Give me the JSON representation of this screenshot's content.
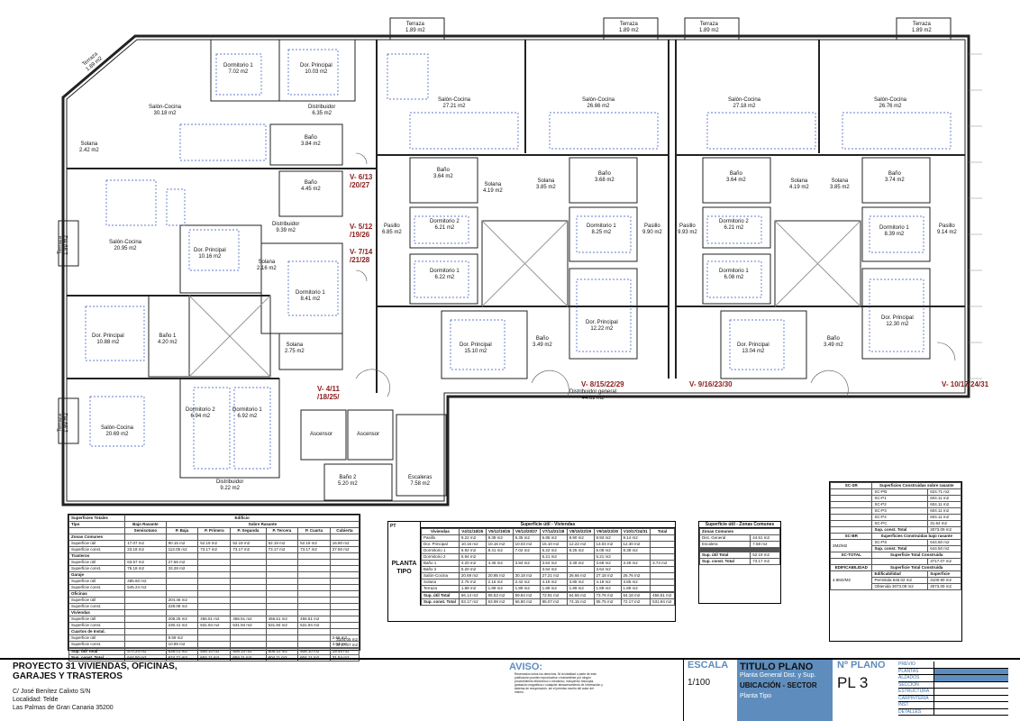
{
  "rooms": [
    {
      "name": "Terraza",
      "area": "1.89 m2"
    },
    {
      "name": "Dormitorio 1",
      "area": "7.02 m2"
    },
    {
      "name": "Dor. Principal",
      "area": "10.03 m2"
    },
    {
      "name": "Salón-Cocina",
      "area": "30.18 m2"
    },
    {
      "name": "Distribuidor",
      "area": "6.35 m2"
    },
    {
      "name": "Solana",
      "area": "2.42 m2"
    },
    {
      "name": "Baño",
      "area": "3.84 m2"
    },
    {
      "name": "Baño",
      "area": "4.45 m2"
    },
    {
      "name": "Distribuidor",
      "area": "9.39 m2"
    },
    {
      "name": "Salón-Cocina",
      "area": "20.95 m2"
    },
    {
      "name": "Dor. Principal",
      "area": "10.16 m2"
    },
    {
      "name": "Solana",
      "area": "2.16 m2"
    },
    {
      "name": "Dormitorio 1",
      "area": "8.41 m2"
    },
    {
      "name": "Terraza",
      "area": "1.89 m2"
    },
    {
      "name": "Dor. Principal",
      "area": "10.88 m2"
    },
    {
      "name": "Baño 1",
      "area": "4.20 m2"
    },
    {
      "name": "Solana",
      "area": "2.75 m2"
    },
    {
      "name": "Dormitorio 2",
      "area": "6.94 m2"
    },
    {
      "name": "Dormitorio 1",
      "area": "6.92 m2"
    },
    {
      "name": "Salón-Cocina",
      "area": "20.69 m2"
    },
    {
      "name": "Terraza",
      "area": "1.89 m2"
    },
    {
      "name": "Distribuidor",
      "area": "9.22 m2"
    },
    {
      "name": "Ascensor",
      "area": ""
    },
    {
      "name": "Ascensor",
      "area": ""
    },
    {
      "name": "Baño 2",
      "area": "5.20 m2"
    },
    {
      "name": "Escaleras",
      "area": "7.58 m2"
    },
    {
      "name": "Pasillo",
      "area": "6.85 m2"
    },
    {
      "name": "Terraza",
      "area": "1.89 m2"
    },
    {
      "name": "Salón-Cocina",
      "area": "27.21 m2"
    },
    {
      "name": "Baño",
      "area": "3.64 m2"
    },
    {
      "name": "Solana",
      "area": "4.19 m2"
    },
    {
      "name": "Dormitorio 2",
      "area": "6.21 m2"
    },
    {
      "name": "Dormitorio 1",
      "area": "6.22 m2"
    },
    {
      "name": "Dor. Principal",
      "area": "15.10 m2"
    },
    {
      "name": "Terraza",
      "area": "1.89 m2"
    },
    {
      "name": "Salón-Cocina",
      "area": "26.66 m2"
    },
    {
      "name": "Solana",
      "area": "3.85 m2"
    },
    {
      "name": "Baño",
      "area": "3.68 m2"
    },
    {
      "name": "Dormitorio 1",
      "area": "8.25 m2"
    },
    {
      "name": "Pasillo",
      "area": "9.90 m2"
    },
    {
      "name": "Baño",
      "area": "3.49 m2"
    },
    {
      "name": "Dor. Principal",
      "area": "12.22 m2"
    },
    {
      "name": "Pasillo",
      "area": "9.93 m2"
    },
    {
      "name": "Terraza",
      "area": "1.89 m2"
    },
    {
      "name": "Salón-Cocina",
      "area": "27.18 m2"
    },
    {
      "name": "Baño",
      "area": "3.64 m2"
    },
    {
      "name": "Solana",
      "area": "4.19 m2"
    },
    {
      "name": "Dormitorio 2",
      "area": "6.21 m2"
    },
    {
      "name": "Dormitorio 1",
      "area": "6.08 m2"
    },
    {
      "name": "Dor. Principal",
      "area": "13.04 m2"
    },
    {
      "name": "Terraza",
      "area": "1.89 m2"
    },
    {
      "name": "Salón-Cocina",
      "area": "26.76 m2"
    },
    {
      "name": "Solana",
      "area": "3.85 m2"
    },
    {
      "name": "Baño",
      "area": "3.74 m2"
    },
    {
      "name": "Dormitorio 1",
      "area": "8.39 m2"
    },
    {
      "name": "Pasillo",
      "area": "9.14 m2"
    },
    {
      "name": "Baño",
      "area": "3.49 m2"
    },
    {
      "name": "Dor. Principal",
      "area": "12.30 m2"
    },
    {
      "name": "Distribuidor general",
      "area": "44.61 m2"
    }
  ],
  "tags": [
    "V- 6/13 /20/27",
    "V- 5/12 /19/26",
    "V- 7/14 /21/28",
    "V- 4/11 /18/25/",
    "V- 8/15/22/29",
    "V- 9/16/23/30",
    "V- 10/17/24/31"
  ],
  "table_surfaces": {
    "title": "Superficies Totales",
    "edificio": "Edificio",
    "bajo_rasante": "Bajo Rasante",
    "sobre_rasante": "Sobre Rasante",
    "cols": [
      "Tipo",
      "Semisotano",
      "P. Baja",
      "P. Primera",
      "P. Segunda",
      "P. Tercera",
      "P. Cuarta",
      "Cubierta"
    ],
    "rows": [
      [
        "Zonas Comunes",
        "",
        "",
        "",
        "",
        "",
        "",
        ""
      ],
      [
        "Superficie útil",
        "17.07 m2",
        "90.15 m2",
        "52.19 m2",
        "52.19 m2",
        "52.19 m2",
        "52.19 m2",
        "16.80 m2"
      ],
      [
        "Superficie const.",
        "23.18 m2",
        "113.05 m2",
        "73.17 m2",
        "73.17 m2",
        "73.17 m2",
        "73.17 m2",
        "27.50 m2"
      ],
      [
        "Trasteros",
        "",
        "",
        "",
        "",
        "",
        "",
        ""
      ],
      [
        "Superficie útil",
        "63.57 m2",
        "27.56 m2",
        "",
        "",
        "",
        "",
        ""
      ],
      [
        "Superficie const.",
        "76.18 m2",
        "33.28 m2",
        "",
        "",
        "",
        "",
        ""
      ],
      [
        "Garaje",
        "",
        "",
        "",
        "",
        "",
        "",
        ""
      ],
      [
        "Superficie útil",
        "485.60 m2",
        "",
        "",
        "",
        "",
        "",
        ""
      ],
      [
        "Superficie const.",
        "545.24 m2",
        "",
        "",
        "",
        "",
        "",
        ""
      ],
      [
        "Oficinas",
        "",
        "",
        "",
        "",
        "",
        "",
        ""
      ],
      [
        "Superficie útil",
        "",
        "204.46 m2",
        "",
        "",
        "",
        "",
        ""
      ],
      [
        "Superficie const.",
        "",
        "228.08 m2",
        "",
        "",
        "",
        "",
        ""
      ],
      [
        "Viviendas",
        "",
        "",
        "",
        "",
        "",
        "",
        ""
      ],
      [
        "Superficie útil",
        "",
        "208.25 m2",
        "456.51 m2",
        "456.51 m2",
        "456.51 m2",
        "456.51 m2",
        ""
      ],
      [
        "Superficie const.",
        "",
        "230.41 m2",
        "531.94 m2",
        "531.94 m2",
        "531.94 m2",
        "531.94 m2",
        ""
      ],
      [
        "Cuartos de Instal.",
        "",
        "",
        "",
        "",
        "",
        "",
        ""
      ],
      [
        "Superficie útil",
        "",
        "9.59 m2",
        "",
        "",
        "",
        "",
        "2.66 m2"
      ],
      [
        "Superficie const.",
        "",
        "10.89 m2",
        "",
        "",
        "",
        "",
        "4.04 m2"
      ],
      [
        "",
        "",
        "",
        "",
        "",
        "",
        "",
        ""
      ],
      [
        "Sup. útil Total",
        "570.24 m2",
        "538.01 m2",
        "508.10 m2",
        "508.10 m2",
        "508.10 m2",
        "508.10 m2",
        "19.46 m2"
      ],
      [
        "Sup. const. Total",
        "644.50 m2",
        "624.71 m2",
        "604.11 m2",
        "604.11 m2",
        "604.11 m2",
        "604.11 m2",
        "31.54 m2"
      ]
    ],
    "totals": [
      "3104.05 m2",
      "3717.07 m2"
    ]
  },
  "table_viviendas": {
    "pt": "PT",
    "title": "Superficie útil - Viviendas",
    "planta": "PLANTA",
    "tipo": "TIPO",
    "cols": [
      "Viviendas",
      "V4/11/18/25",
      "V5/12/19/26",
      "V6/13/20/27",
      "V7/14/21/28",
      "V8/15/22/29",
      "V9/16/23/30",
      "V10/17/24/31",
      "Total"
    ],
    "rows": [
      [
        "Pasillo",
        "9.22 m2",
        "9.39 m2",
        "6.35 m2",
        "6.85 m2",
        "9.90 m2",
        "9.93 m2",
        "9.14 m2",
        ""
      ],
      [
        "Dor. Principal",
        "10.16 m2",
        "10.16 m2",
        "10.03 m2",
        "15.10 m2",
        "12.22 m2",
        "13.04 m2",
        "12.30 m2",
        ""
      ],
      [
        "Dormitorio 1",
        "6.92 m2",
        "8.41 m2",
        "7.02 m2",
        "6.22 m2",
        "8.25 m2",
        "6.08 m2",
        "8.39 m2",
        ""
      ],
      [
        "Dormitorio 2",
        "6.94 m2",
        "",
        "",
        "6.21 m2",
        "",
        "6.21 m2",
        "",
        ""
      ],
      [
        "Baño 1",
        "4.20 m2",
        "4.45 m2",
        "3.84 m2",
        "3.64 m2",
        "3.49 m2",
        "3.68 m2",
        "3.49 m2",
        "3.74 m2"
      ],
      [
        "Baño 2",
        "5.20 m2",
        "",
        "",
        "3.64 m2",
        "",
        "3.64 m2",
        "",
        ""
      ],
      [
        "Salón-Cocina",
        "20.69 m2",
        "20.95 m2",
        "30.18 m2",
        "27.21 m2",
        "26.66 m2",
        "27.18 m2",
        "26.76 m2",
        ""
      ],
      [
        "Solana",
        "2.75 m2",
        "2.16 m2",
        "2.42 m2",
        "4.19 m2",
        "3.85 m2",
        "4.19 m2",
        "3.85 m2",
        ""
      ],
      [
        "Terraza",
        "1.89 m2",
        "1.89 m2",
        "1.89 m2",
        "1.89 m2",
        "1.89 m2",
        "1.89 m2",
        "1.89 m2",
        ""
      ],
      [
        "",
        "",
        "",
        "",
        "",
        "",
        "",
        "",
        ""
      ],
      [
        "Sup. útil Total",
        "66.14 m2",
        "55.53 m2",
        "59.84 m2",
        "72.91 m2",
        "64.56 m2",
        "73.76 m2",
        "64.18 m2",
        "456.51 m2"
      ],
      [
        "Sup. const. Total",
        "83.17 m2",
        "63.98 m2",
        "66.80 m2",
        "85.07 m2",
        "74.15 m2",
        "85.75 m2",
        "72.17 m2",
        "531.94 m2"
      ]
    ]
  },
  "table_comunes": {
    "title": "Superficie útil - Zonas Comunes",
    "head": "Zonas Comunes",
    "rows": [
      [
        "Dist. General",
        "44.61 m2"
      ],
      [
        "Escalera",
        "7.58 m2"
      ],
      [
        "",
        ""
      ],
      [
        "",
        ""
      ],
      [
        "",
        ""
      ],
      [
        "",
        ""
      ],
      [
        "",
        ""
      ]
    ],
    "util": [
      "Sup. útil Total",
      "52.19 m2"
    ],
    "const": [
      "Sup. const. Total",
      "73.17 m2"
    ]
  },
  "table_sc": {
    "sr_code": "SC-SR",
    "sr_title": "Superficies Construidas sobre rasante",
    "sr_rows": [
      [
        "SC-PB",
        "624.71 m2"
      ],
      [
        "SC-P1",
        "604.11 m2"
      ],
      [
        "SC-P2",
        "604.11 m2"
      ],
      [
        "SC-P3",
        "604.11 m2"
      ],
      [
        "SC-P4",
        "604.11 m2"
      ],
      [
        "SC-PC",
        "31.54 m2"
      ]
    ],
    "sr_total": [
      "Sup. const. Total",
      "3073.09 m2"
    ],
    "br_code": "SC-BR",
    "br_title": "Superficies Construidas bajo rasante",
    "br_left": "2M2/M2",
    "br_rows": [
      [
        "SC-PS",
        "644.50 m2"
      ]
    ],
    "br_total": [
      "Sup. const. Total",
      "644.50 m2"
    ],
    "total_code": "SC-TOTAL",
    "total_title": "Superficie Total Construida",
    "total_value": "3717.07 m2",
    "edif_code": "EDIFICABILIDAD",
    "edif_title": "Superficie Total Construida",
    "edif_left": "4.8M2/M2",
    "edif_head": [
      "Edificabilidad",
      "Superficie"
    ],
    "edif_rows": [
      [
        "Permitida",
        "646.02 m2",
        "3100.90 m2"
      ],
      [
        "Obtenida",
        "3073.09 m2",
        "3073.09 m2"
      ]
    ]
  },
  "title_block": {
    "project": "PROYECTO 31 VIVIENDAS, OFICINAS, GARAJES Y TRASTEROS",
    "address1": "C/ José Benítez Calixto S/N",
    "address2": "Localidad: Telde",
    "address3": "Las Palmas de Gran Canaria 35200",
    "aviso_title": "AVISO:",
    "aviso_text": "Reservados todos los derechos. Ni la totalidad o parte de este publicación pueden reproducirse o transmitirse por ningún procedimiento electrónico o mecánico, incluyendo fotocopia, grabación magnética o cualquier almacenamiento de información y sistema de recuperación, sin el permiso escrito del autor del mismo.",
    "escala_label": "ESCALA",
    "escala_value": "1/100",
    "titulo_label": "TITULO PLANO",
    "titulo_value": "Planta General Dist. y Sup.",
    "ubicacion_label": "UBICACIÓN - SECTOR",
    "ubicacion_value": "Planta Tipo",
    "nplano_label": "Nº PLANO",
    "nplano_value": "PL 3",
    "list": [
      "PREVIO",
      "PLANTAS",
      "ALZADOS",
      "SECCIÓN",
      "ESTRUCTURA",
      "CARPINTERÍA",
      "INST",
      "DETALLES"
    ]
  }
}
